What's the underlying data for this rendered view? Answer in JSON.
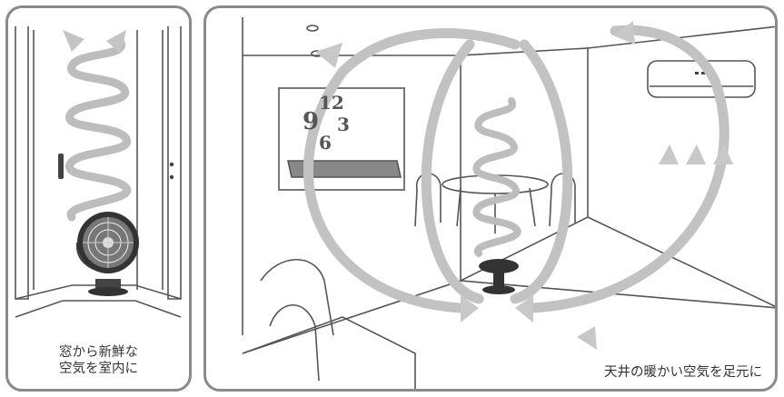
{
  "left_panel": {
    "caption_line1": "窓から新鮮な",
    "caption_line2": "空気を室内に"
  },
  "right_panel": {
    "caption": "天井の暖かい空気を足元に",
    "clock": {
      "d12": "12",
      "d9": "9",
      "d3": "3",
      "d6": "6"
    }
  },
  "colors": {
    "frame": "#8a8a8a",
    "lines": "#555555",
    "airflow": "#bdbdbd"
  }
}
